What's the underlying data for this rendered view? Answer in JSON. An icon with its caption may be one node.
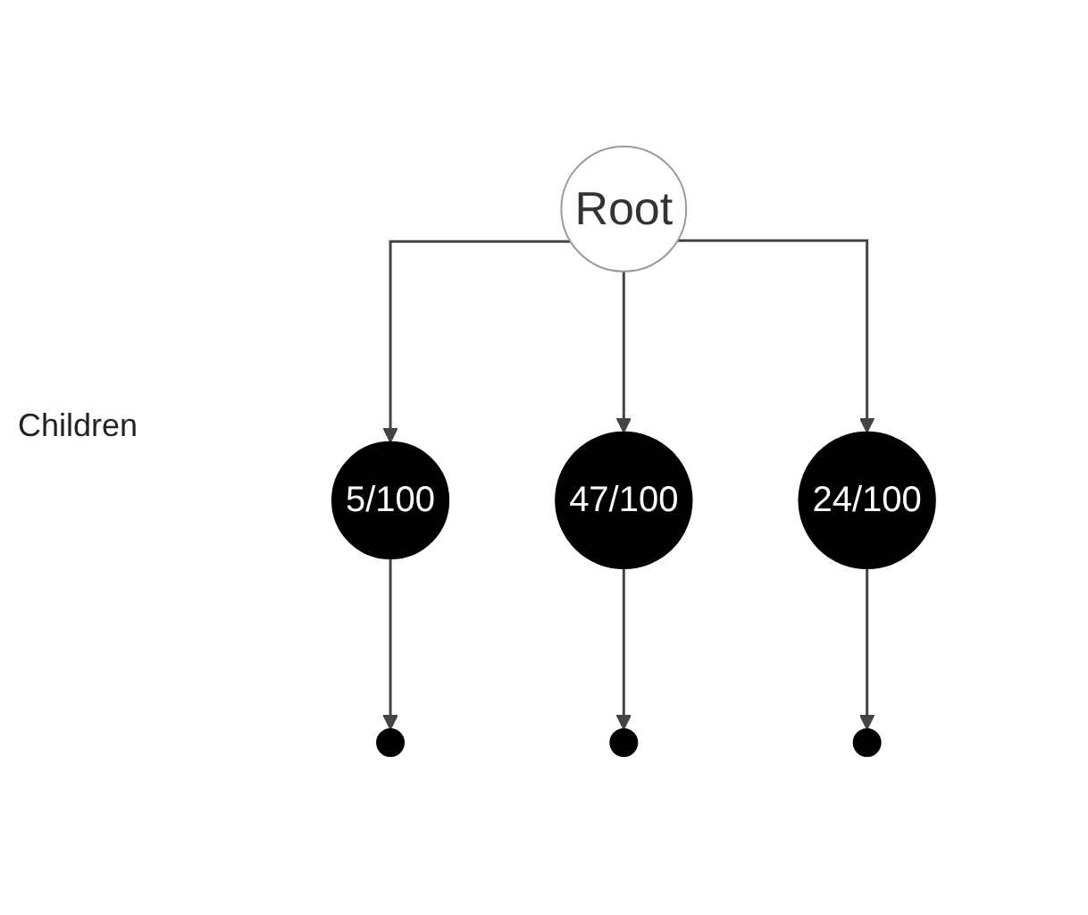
{
  "diagram": {
    "nodes": [
      {
        "text": [
          "Root"
        ]
      },
      {
        "text": [
          "5/100"
        ]
      },
      {
        "text": [
          "47/100"
        ]
      },
      {
        "text": [
          "24/100"
        ]
      },
      {
        "text": [],
        "shape": "dots"
      },
      {
        "text": [],
        "shape": "dots"
      },
      {
        "text": [],
        "shape": "dots"
      }
    ],
    "edges": [
      {
        "from": 0,
        "to": 1,
        "arrow": "to"
      },
      {
        "from": 0,
        "to": 2,
        "arrow": "to"
      },
      {
        "from": 0,
        "to": 3,
        "arrow": "to"
      },
      {
        "from": 1,
        "to": 4,
        "arrow": "to"
      },
      {
        "from": 2,
        "to": 5,
        "arrow": "to"
      },
      {
        "from": 3,
        "to": 6,
        "arrow": "to"
      }
    ],
    "labels": [
      "Children"
    ]
  }
}
